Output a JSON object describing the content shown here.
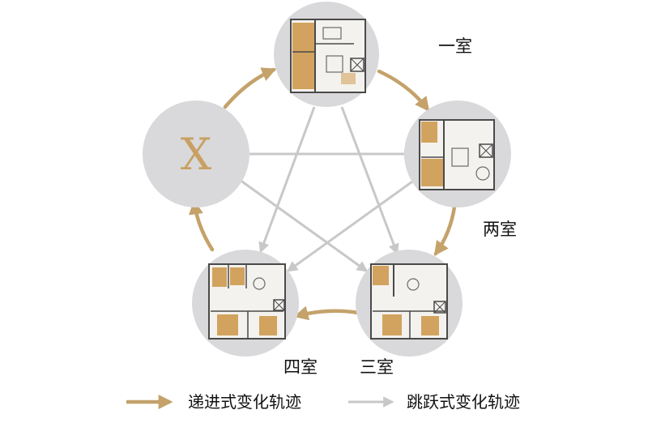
{
  "colors": {
    "progressive": "#c4a26a",
    "jump": "#c8c8c8",
    "node_fill": "#d9d9db",
    "wall": "#4a4a4a",
    "room_highlight": "#d2a35f",
    "x_letter": "#c8a063"
  },
  "diagram": {
    "x_node_label": "X",
    "labels": {
      "one_room": "一室",
      "two_room": "两室",
      "three_room": "三室",
      "four_room": "四室"
    }
  },
  "legend": {
    "progressive_label": "递进式变化轨迹",
    "jump_label": "跳跃式变化轨迹",
    "progressive_icon": "arrow-right-icon",
    "jump_icon": "arrow-right-icon"
  }
}
